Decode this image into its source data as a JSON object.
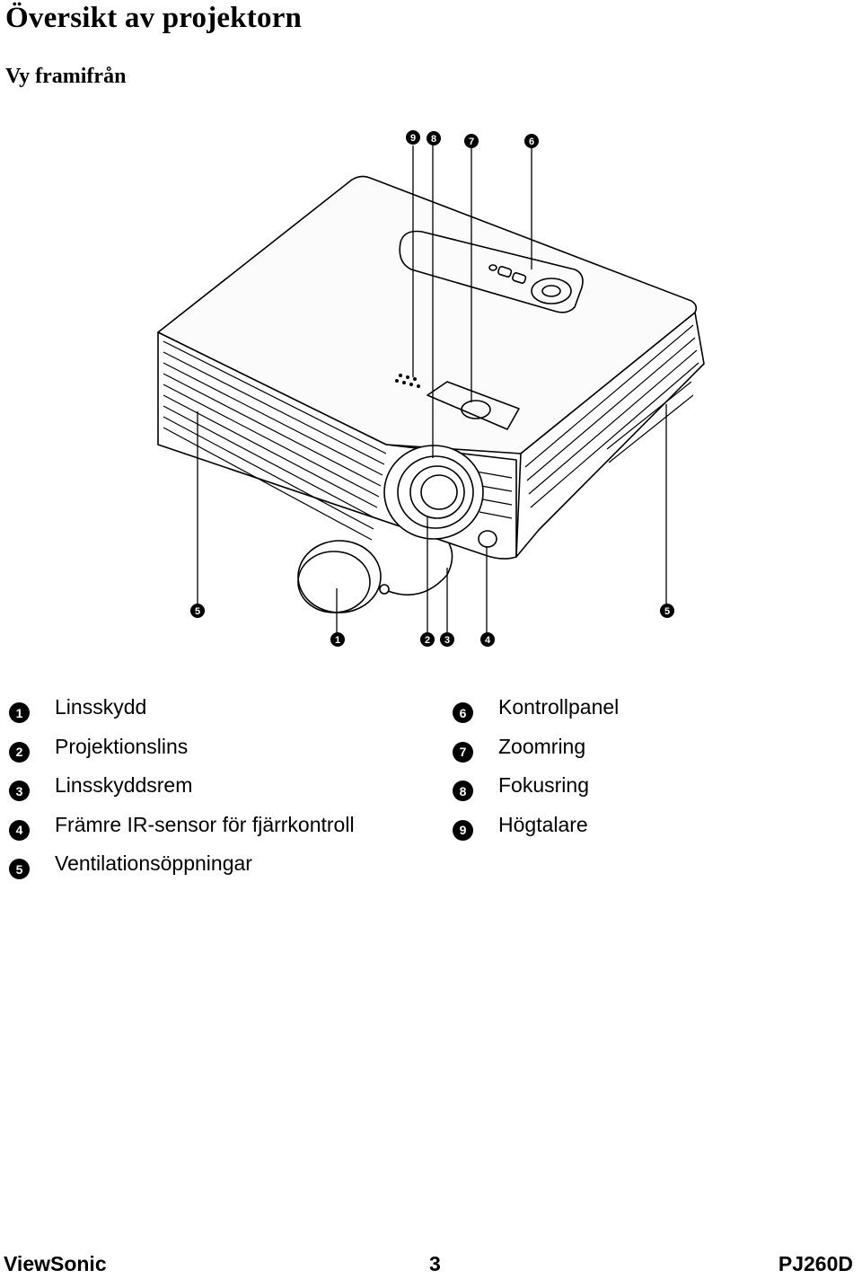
{
  "page": {
    "title": "Översikt av projektorn",
    "subtitle": "Vy framifrån"
  },
  "callouts": [
    "9",
    "8",
    "7",
    "6",
    "5",
    "5",
    "1",
    "2",
    "3",
    "4"
  ],
  "legend": {
    "left": [
      {
        "num": "1",
        "label": "Linsskydd"
      },
      {
        "num": "2",
        "label": "Projektionslins"
      },
      {
        "num": "3",
        "label": "Linsskyddsrem"
      },
      {
        "num": "4",
        "label": "Främre IR-sensor för fjärrkontroll"
      },
      {
        "num": "5",
        "label": "Ventilationsöppningar"
      }
    ],
    "right": [
      {
        "num": "6",
        "label": "Kontrollpanel"
      },
      {
        "num": "7",
        "label": "Zoomring"
      },
      {
        "num": "8",
        "label": "Fokusring"
      },
      {
        "num": "9",
        "label": "Högtalare"
      }
    ]
  },
  "footer": {
    "brand": "ViewSonic",
    "page_number": "3",
    "model": "PJ260D"
  }
}
